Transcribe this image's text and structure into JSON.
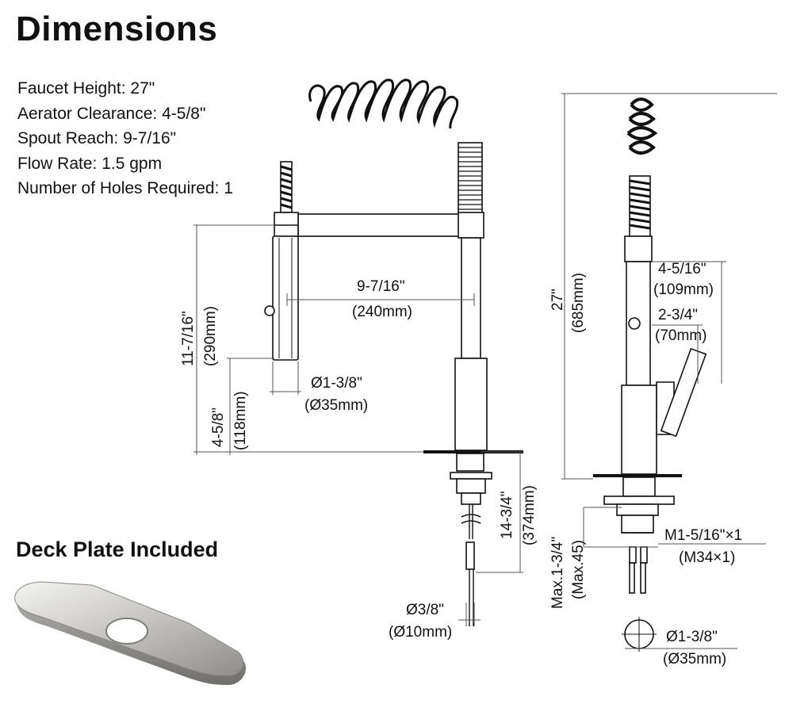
{
  "title": "Dimensions",
  "specs": [
    {
      "label": "Faucet Height",
      "value": "27\""
    },
    {
      "label": "Aerator Clearance",
      "value": "4-5/8\""
    },
    {
      "label": "Spout Reach",
      "value": "9-7/16\""
    },
    {
      "label": "Flow Rate",
      "value": "1.5 gpm"
    },
    {
      "label": "Number of Holes Required",
      "value": "1"
    }
  ],
  "deck_plate_title": "Deck Plate Included",
  "dimensions": {
    "height_spout_in": "11-7/16\"",
    "height_spout_mm": "(290mm)",
    "aerator_in": "4-5/8\"",
    "aerator_mm": "(118mm)",
    "reach_in": "9-7/16\"",
    "reach_mm": "(240mm)",
    "spray_dia_in": "Ø1-3/8\"",
    "spray_dia_mm": "(Ø35mm)",
    "below_deck_in": "14-3/4\"",
    "below_deck_mm": "(374mm)",
    "hose_dia_in": "Ø3/8\"",
    "hose_dia_mm": "(Ø10mm)",
    "total_in": "27\"",
    "total_mm": "(685mm)",
    "handle_in": "4-5/16\"",
    "handle_mm": "(109mm)",
    "handle2_in": "2-3/4\"",
    "handle2_mm": "(70mm)",
    "thread_in": "M1-5/16\"×1",
    "thread_mm": "(M34×1)",
    "max_deck_in": "Max.1-3/4\"",
    "max_deck_mm": "(Max.45)",
    "hole_dia_in": "Ø1-3/8\"",
    "hole_dia_mm": "(Ø35mm)"
  }
}
